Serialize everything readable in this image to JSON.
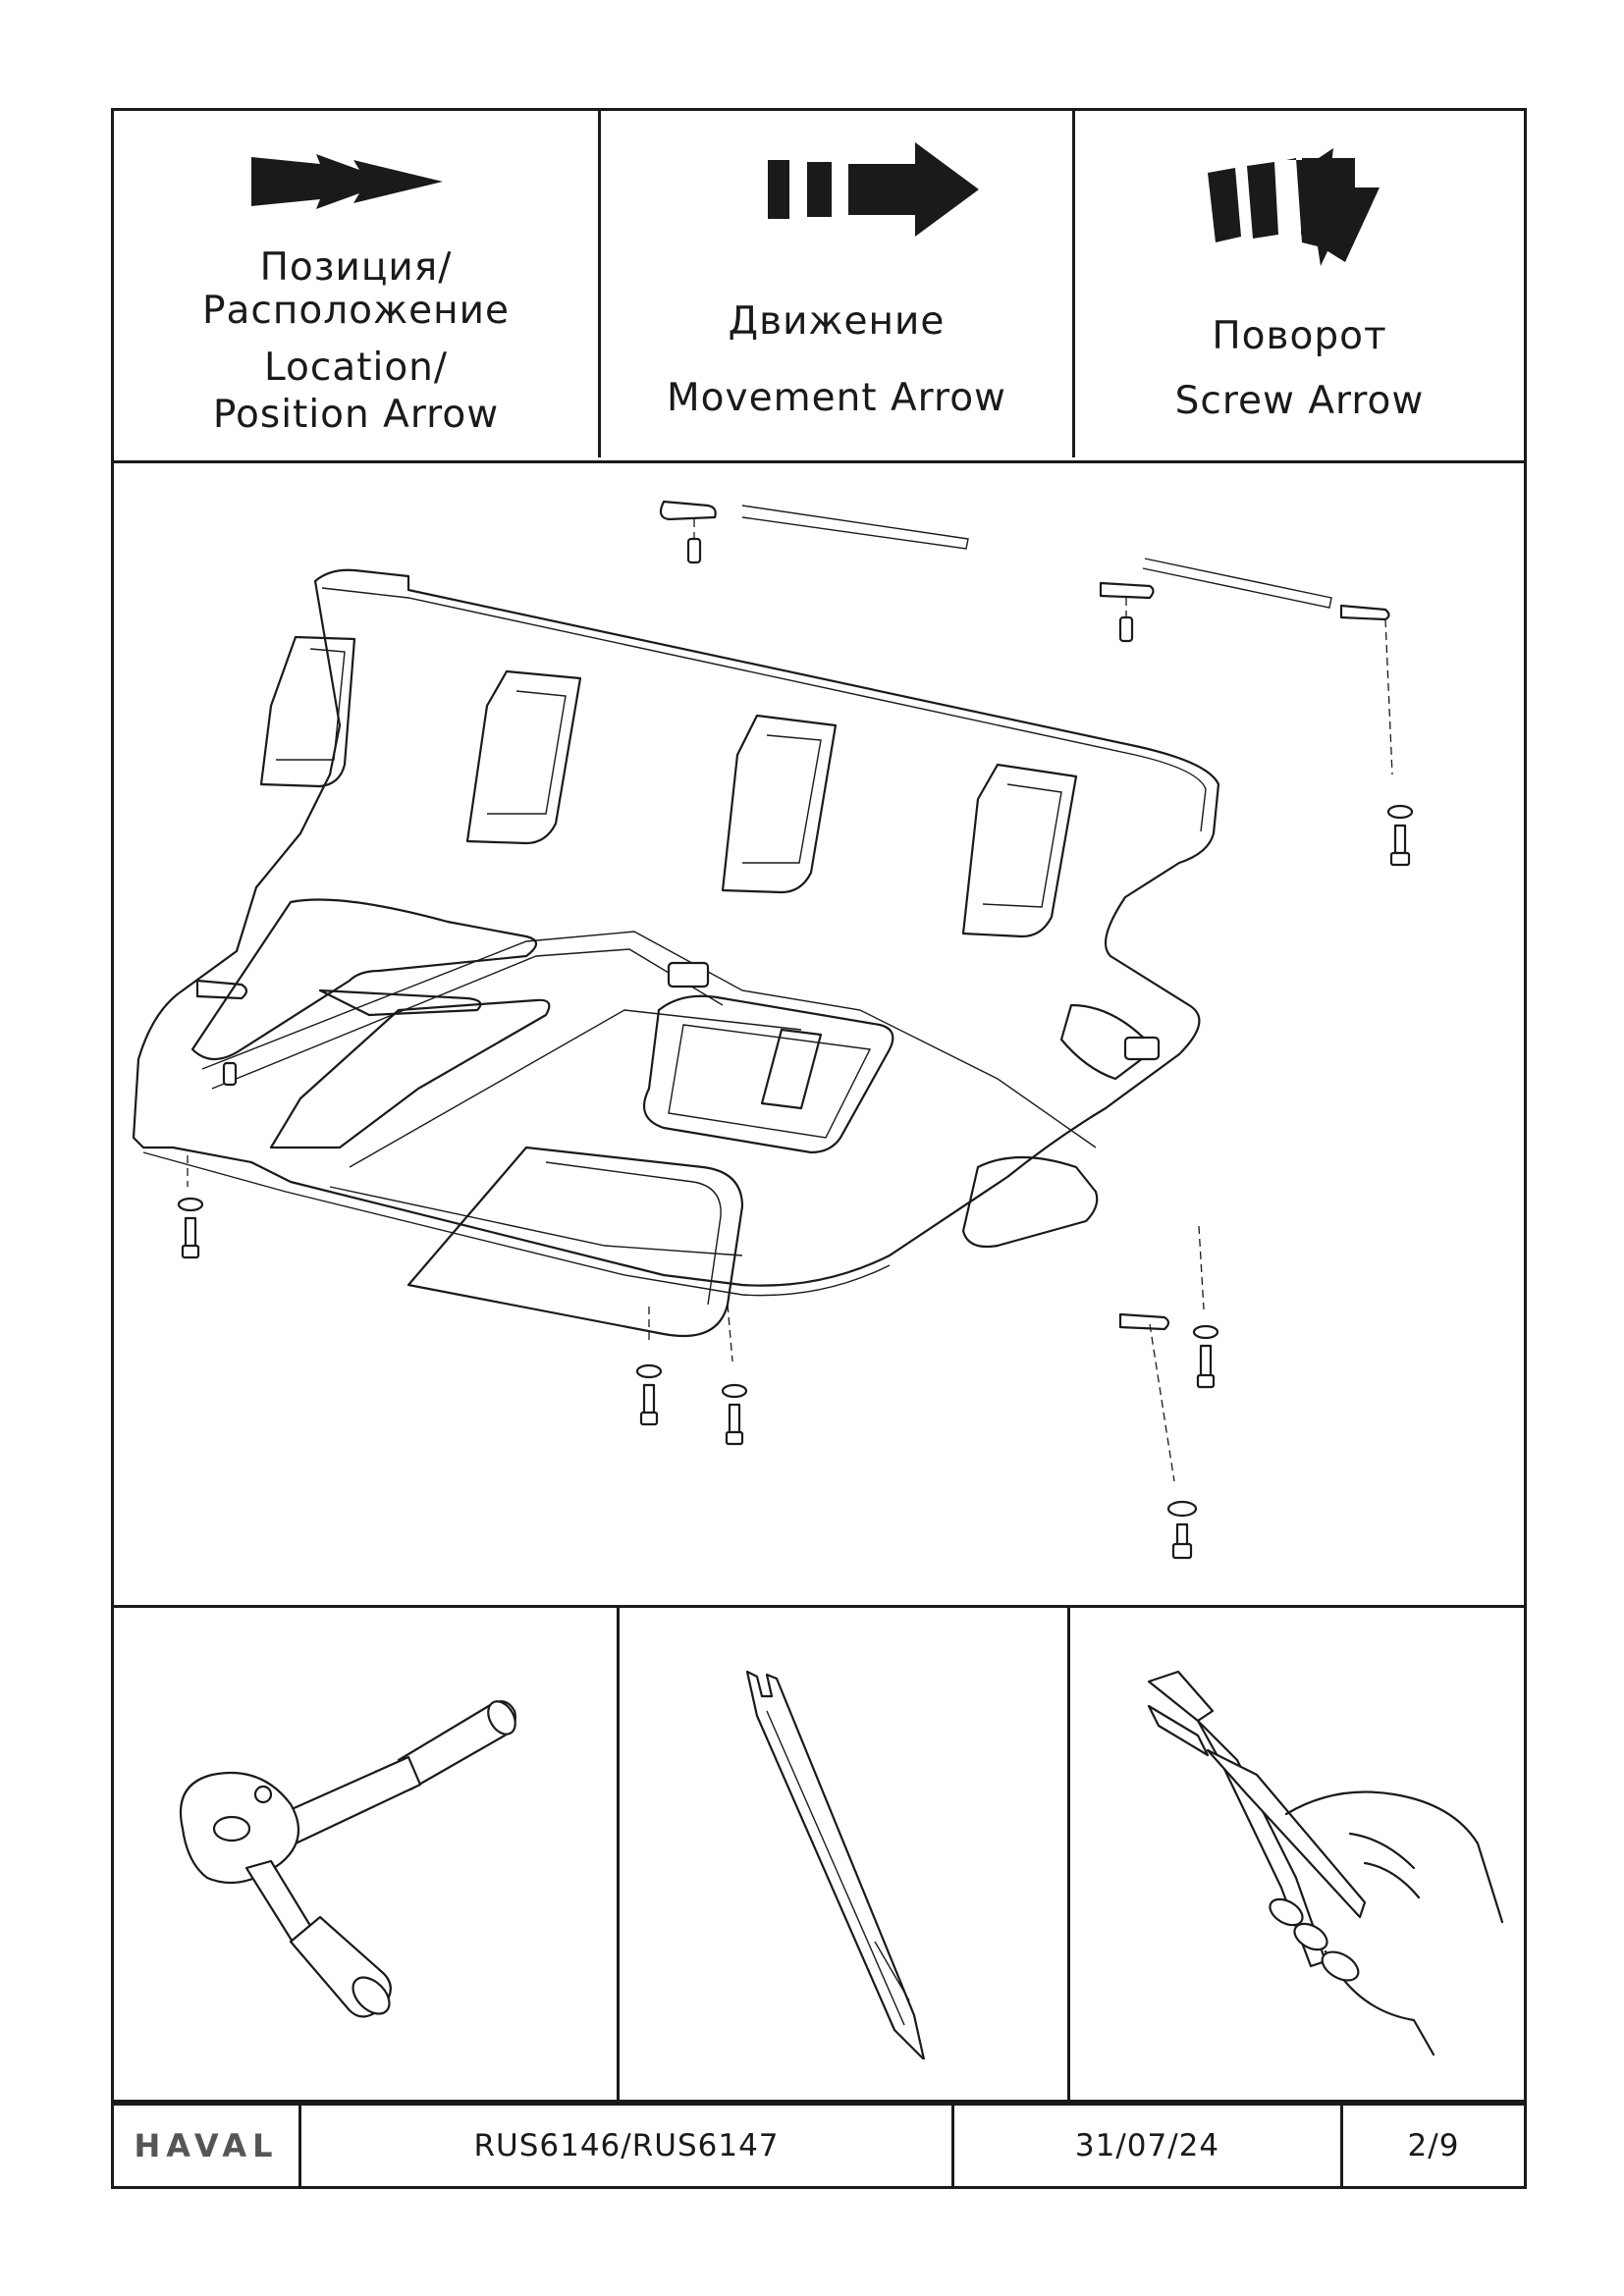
{
  "legend": [
    {
      "icon": "location-arrow-icon",
      "lines": [
        "Позиция/",
        "Расположение",
        "Location/",
        "Position Arrow"
      ]
    },
    {
      "icon": "movement-arrow-icon",
      "lines": [
        "Движение",
        "Movement Arrow"
      ]
    },
    {
      "icon": "screw-arrow-icon",
      "lines": [
        "Поворот",
        "Screw Arrow"
      ]
    }
  ],
  "tools": [
    {
      "icon": "ratchet-wrench-icon"
    },
    {
      "icon": "trim-removal-tool-icon"
    },
    {
      "icon": "side-cutter-pliers-icon"
    }
  ],
  "illustration": {
    "icon": "skid-plate-icon"
  },
  "footer": {
    "brand": "HAVAL",
    "part_numbers": "RUS6146/RUS6147",
    "date": "31/07/24",
    "page": "2/9"
  },
  "colors": {
    "line": "#1a1a1a",
    "background": "#ffffff"
  }
}
